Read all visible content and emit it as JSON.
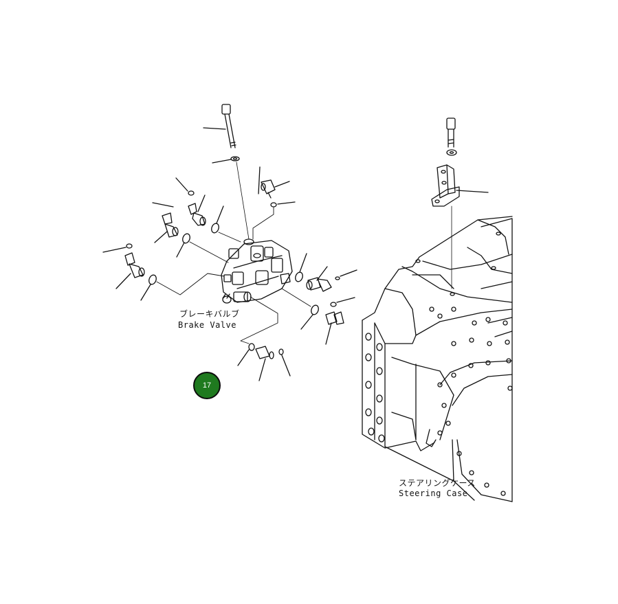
{
  "labels": {
    "brake_valve_jp": "ブレーキバルブ",
    "brake_valve_en": "Brake Valve",
    "steering_case_jp": "ステアリングケース",
    "steering_case_en": "Steering Case"
  },
  "callout": {
    "number": "17",
    "color": "#1f7a1f"
  },
  "colors": {
    "line": "#111111",
    "background": "#ffffff"
  }
}
